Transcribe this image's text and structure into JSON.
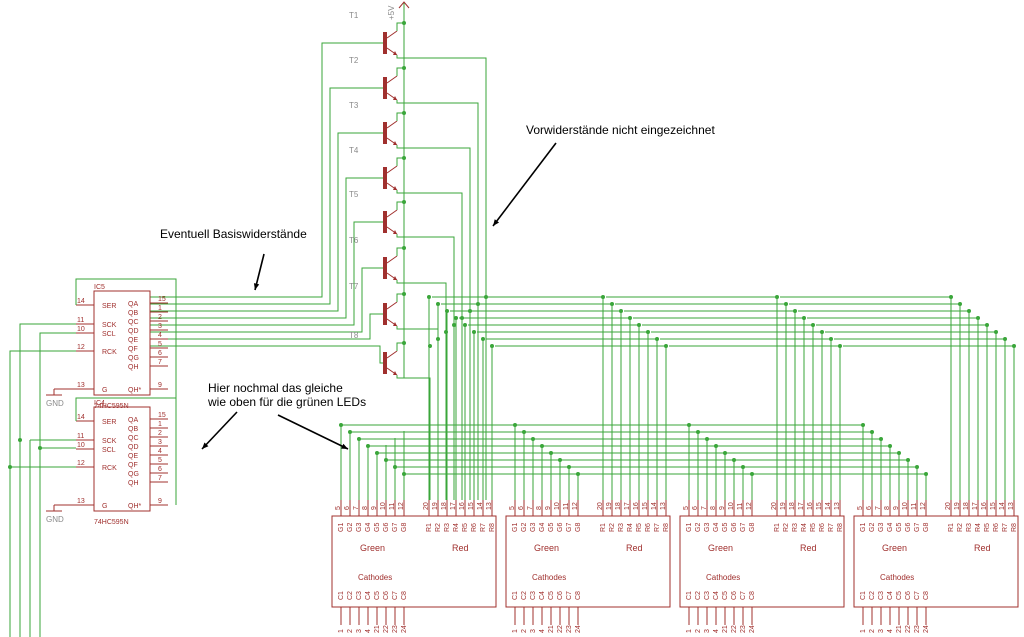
{
  "annotations": {
    "vorwiderstaende": "Vorwiderstände nicht eingezeichnet",
    "basiswiderstaende": "Eventuell Basiswiderstände",
    "gruene_leds_line1": "Hier nochmal das gleiche",
    "gruene_leds_line2": "wie oben für die grünen LEDs"
  },
  "supply": {
    "label": "+5V"
  },
  "transistors": [
    "T1",
    "T2",
    "T3",
    "T4",
    "T5",
    "T6",
    "T7",
    "T8"
  ],
  "shift_registers": [
    {
      "name": "IC5",
      "part": "74HC595N"
    },
    {
      "name": "IC4",
      "part": "74HC595N"
    }
  ],
  "shift_register_pins": {
    "left": [
      {
        "label": "SER",
        "number": "14"
      },
      {
        "label": "SCK",
        "number": "11"
      },
      {
        "label": "SCL",
        "number": "10"
      },
      {
        "label": "RCK",
        "number": "12"
      },
      {
        "label": "G",
        "number": "13"
      }
    ],
    "right": [
      {
        "label": "QA",
        "number": "15"
      },
      {
        "label": "QB",
        "number": "1"
      },
      {
        "label": "QC",
        "number": "2"
      },
      {
        "label": "QD",
        "number": "3"
      },
      {
        "label": "QE",
        "number": "4"
      },
      {
        "label": "QF",
        "number": "5"
      },
      {
        "label": "QG",
        "number": "6"
      },
      {
        "label": "QH",
        "number": "7"
      },
      {
        "label": "QH*",
        "number": "9"
      }
    ]
  },
  "ground": {
    "label": "GND"
  },
  "led_matrix_labels": {
    "green": "Green",
    "red": "Red",
    "cathodes": "Cathodes"
  },
  "led_matrix_pins": {
    "green_names": [
      "G1",
      "G2",
      "G3",
      "G4",
      "G5",
      "G6",
      "G7",
      "G8"
    ],
    "green_numbers": [
      "5",
      "6",
      "7",
      "8",
      "9",
      "10",
      "11",
      "12"
    ],
    "red_names": [
      "R1",
      "R2",
      "R3",
      "R4",
      "R5",
      "R6",
      "R7",
      "R8"
    ],
    "red_numbers": [
      "20",
      "19",
      "18",
      "17",
      "16",
      "15",
      "14",
      "13"
    ],
    "cathode_names": [
      "C1",
      "C2",
      "C3",
      "C4",
      "C5",
      "C6",
      "C7",
      "C8"
    ],
    "cathode_numbers": [
      "1",
      "2",
      "3",
      "4",
      "21",
      "22",
      "23",
      "24"
    ]
  },
  "colors": {
    "wire": "#3aa63a",
    "component": "#a0302e",
    "designator": "#8a8a8a"
  }
}
